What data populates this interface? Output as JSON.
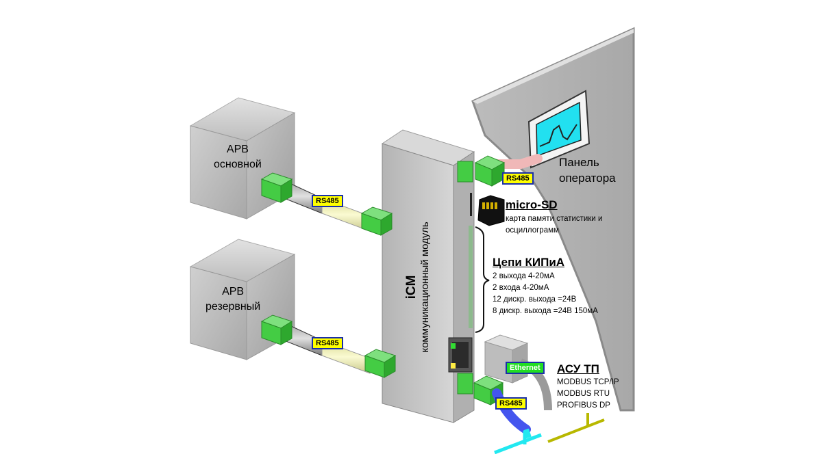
{
  "boxes": {
    "main_line1": "АРВ",
    "main_line2": "основной",
    "reserve_line1": "АРВ",
    "reserve_line2": "резервный"
  },
  "module": {
    "name": "iCM",
    "subtitle": "коммуникационный модуль"
  },
  "tags": {
    "rs485_top": "RS485",
    "rs485_bottom": "RS485",
    "rs485_panel": "RS485",
    "rs485_scada": "RS485",
    "ethernet": "Ethernet"
  },
  "panel": {
    "line1": "Панель",
    "line2": "оператора"
  },
  "microsd": {
    "title": "micro-SD",
    "desc1": "карта памяти статистики и",
    "desc2": "осциллограмм"
  },
  "kip": {
    "title": "Цепи КИПиА",
    "items": [
      "2 выхода 4-20мА",
      "2 входа 4-20мА",
      "12 дискр. выхода =24В",
      "8 дискр. выхода =24В 150мА"
    ]
  },
  "scada": {
    "title": "АСУ ТП",
    "items": [
      "MODBUS TCP/IP",
      "MODBUS RTU",
      "PROFIBUS DP"
    ]
  },
  "colors": {
    "box_face": "#c8c8c8",
    "connector": "#44cc44",
    "tag_fill": "#ffff00",
    "tag_border": "#1a2fa8",
    "screen": "#22e0f0",
    "cable_cyan": "#22e8f0",
    "cable_olive": "#b8b800"
  }
}
